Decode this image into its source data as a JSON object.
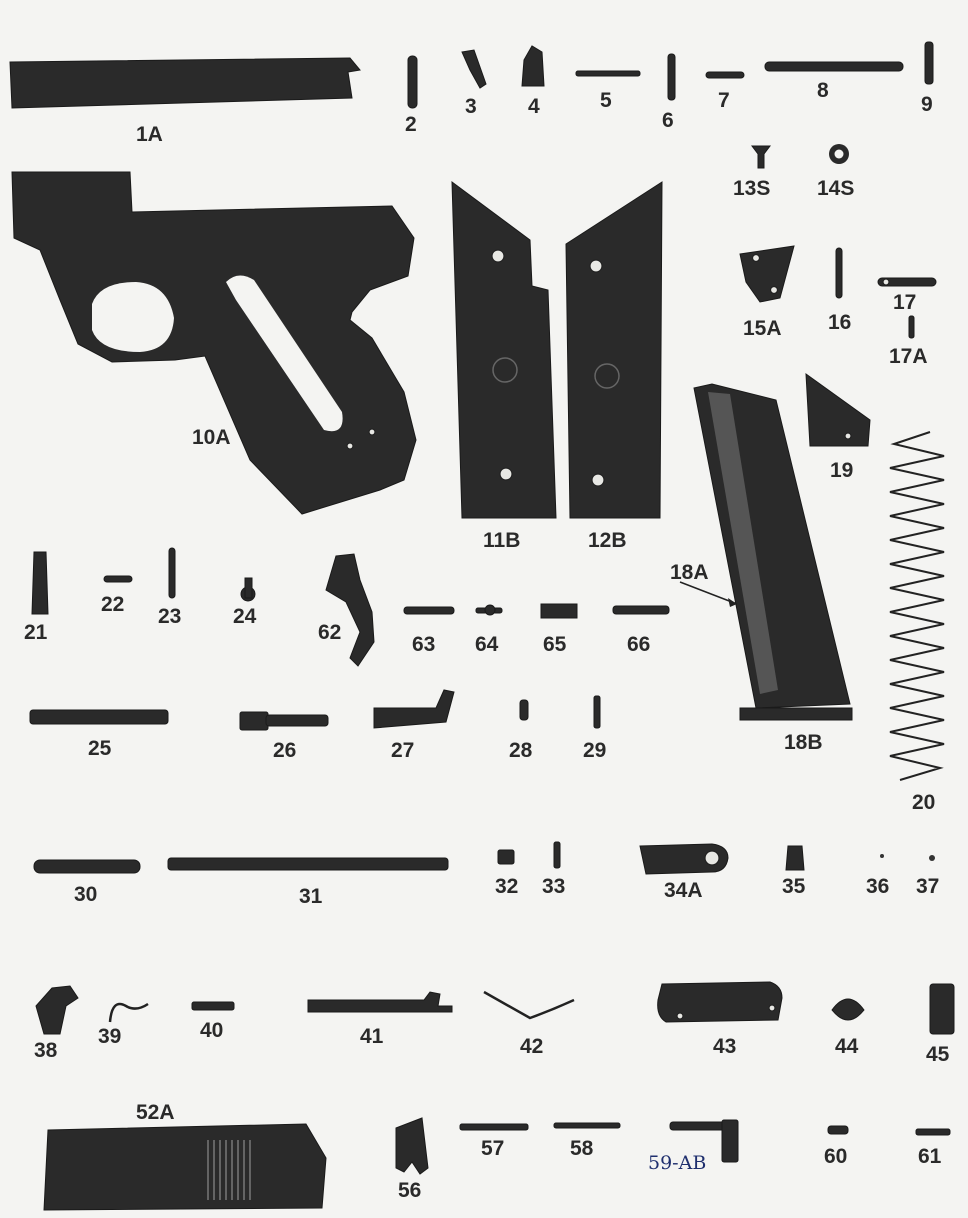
{
  "diagram": {
    "background_color": "#f4f4f2",
    "ink_color": "#2a2a2a",
    "label_59ab_color": "#1f2f6e",
    "parts": [
      {
        "id": "p1A",
        "label": "1A"
      },
      {
        "id": "p2",
        "label": "2"
      },
      {
        "id": "p3",
        "label": "3"
      },
      {
        "id": "p4",
        "label": "4"
      },
      {
        "id": "p5",
        "label": "5"
      },
      {
        "id": "p6",
        "label": "6"
      },
      {
        "id": "p7",
        "label": "7"
      },
      {
        "id": "p8",
        "label": "8"
      },
      {
        "id": "p9",
        "label": "9"
      },
      {
        "id": "p13S",
        "label": "13S"
      },
      {
        "id": "p14S",
        "label": "14S"
      },
      {
        "id": "p10A",
        "label": "10A"
      },
      {
        "id": "p11B",
        "label": "11B"
      },
      {
        "id": "p12B",
        "label": "12B"
      },
      {
        "id": "p15A",
        "label": "15A"
      },
      {
        "id": "p16",
        "label": "16"
      },
      {
        "id": "p17",
        "label": "17"
      },
      {
        "id": "p17A",
        "label": "17A"
      },
      {
        "id": "p19",
        "label": "19"
      },
      {
        "id": "p18A",
        "label": "18A"
      },
      {
        "id": "p18B",
        "label": "18B"
      },
      {
        "id": "p20",
        "label": "20"
      },
      {
        "id": "p21",
        "label": "21"
      },
      {
        "id": "p22",
        "label": "22"
      },
      {
        "id": "p23",
        "label": "23"
      },
      {
        "id": "p24",
        "label": "24"
      },
      {
        "id": "p62",
        "label": "62"
      },
      {
        "id": "p63",
        "label": "63"
      },
      {
        "id": "p64",
        "label": "64"
      },
      {
        "id": "p65",
        "label": "65"
      },
      {
        "id": "p66",
        "label": "66"
      },
      {
        "id": "p25",
        "label": "25"
      },
      {
        "id": "p26",
        "label": "26"
      },
      {
        "id": "p27",
        "label": "27"
      },
      {
        "id": "p28",
        "label": "28"
      },
      {
        "id": "p29",
        "label": "29"
      },
      {
        "id": "p30",
        "label": "30"
      },
      {
        "id": "p31",
        "label": "31"
      },
      {
        "id": "p32",
        "label": "32"
      },
      {
        "id": "p33",
        "label": "33"
      },
      {
        "id": "p34A",
        "label": "34A"
      },
      {
        "id": "p35",
        "label": "35"
      },
      {
        "id": "p36",
        "label": "36"
      },
      {
        "id": "p37",
        "label": "37"
      },
      {
        "id": "p38",
        "label": "38"
      },
      {
        "id": "p39",
        "label": "39"
      },
      {
        "id": "p40",
        "label": "40"
      },
      {
        "id": "p41",
        "label": "41"
      },
      {
        "id": "p42",
        "label": "42"
      },
      {
        "id": "p43",
        "label": "43"
      },
      {
        "id": "p44",
        "label": "44"
      },
      {
        "id": "p45",
        "label": "45"
      },
      {
        "id": "p52A",
        "label": "52A"
      },
      {
        "id": "p56",
        "label": "56"
      },
      {
        "id": "p57",
        "label": "57"
      },
      {
        "id": "p58",
        "label": "58"
      },
      {
        "id": "p59AB",
        "label": "59-AB"
      },
      {
        "id": "p60",
        "label": "60"
      },
      {
        "id": "p61",
        "label": "61"
      }
    ]
  }
}
